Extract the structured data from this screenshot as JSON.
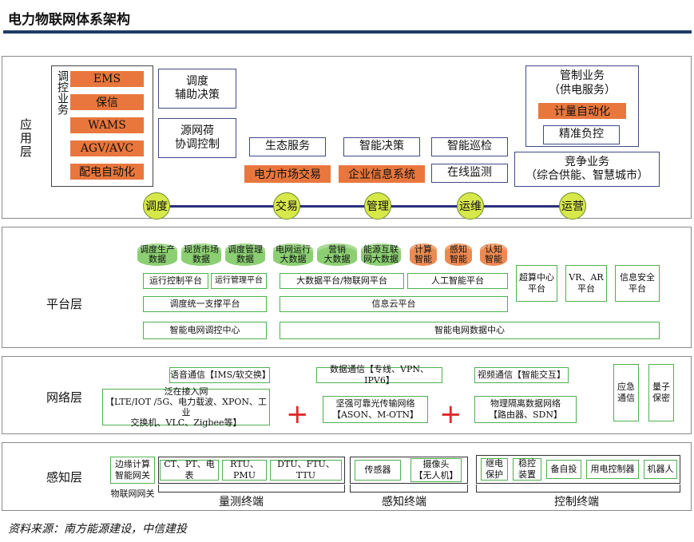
{
  "title": "电力物联网体系架构",
  "footer": "资料来源：南方能源建设，中信建投",
  "layers": {
    "app": "应用层",
    "platform": "平台层",
    "network": "网络层",
    "perception": "感知层"
  },
  "app": {
    "dispatch_vertical": "调控业务",
    "dispatch_items": [
      "EMS",
      "保信",
      "WAMS",
      "AGV/AVC",
      "配电自动化"
    ],
    "decision": "调度\n辅助决策",
    "coordination": "源网荷\n协调控制",
    "eco": "生态服务",
    "market": "电力市场交易",
    "smart_decision": "智能决策",
    "enterprise": "企业信息系统",
    "patrol": "智能巡检",
    "online": "在线监测",
    "mgmt": "管制业务\n（供电服务）",
    "metering": "计量自动化",
    "precise": "精准负控",
    "compete": "竞争业务\n（综合供能、智慧城市）",
    "nodes": [
      "调度",
      "交易",
      "管理",
      "运维",
      "运营"
    ]
  },
  "platform": {
    "data_green": [
      "调度生产\n数据",
      "现货市场\n数据",
      "调度管理\n数据",
      "电网运行\n大数据",
      "营销\n大数据",
      "能源互联\n网大数据"
    ],
    "data_orange": [
      "计算\n智能",
      "感知\n智能",
      "认知\n智能"
    ],
    "run_ctrl": "运行控制平台",
    "run_mgmt": "运行管理平台",
    "bigdata": "大数据平台/物联网平台",
    "ai": "人工智能平台",
    "unified": "调度统一支撑平台",
    "cloud": "信息云平台",
    "dispatch_center": "智能电网调控中心",
    "data_center": "智能电网数据中心",
    "supercomputing": "超算中心\n平台",
    "vr": "VR、AR\n平台",
    "security": "信息安全\n平台"
  },
  "network": {
    "voice": "语音通信【IMS/软交换】",
    "data": "数据通信【专线、VPN、IPV6】",
    "video": "视频通信【智能交互】",
    "access": "泛在接入网\n【LTE/IOT /5G、电力载波、XPON、工业\n交换机、VLC、Zigbee等】",
    "optical": "坚强可靠光传输网络\n【ASON、M-OTN】",
    "isolated": "物理隔离数据网络\n【路由器、SDN】",
    "emergency": "应急\n通信",
    "quantum": "量子\n保密",
    "plus": "+"
  },
  "perception": {
    "edge": "边缘计算\n智能网关",
    "iot_gateway": "物联网网关",
    "measure": [
      "CT、PT、电表",
      "RTU、PMU",
      "DTU、FTU、TTU"
    ],
    "sensor": "传感器",
    "camera": "摄像头\n【无人机】",
    "control": [
      "继电\n保护",
      "稳控\n装置",
      "备自投",
      "用电控制器",
      "机器人"
    ],
    "groups": [
      "量测终端",
      "感知终端",
      "控制终端"
    ]
  }
}
